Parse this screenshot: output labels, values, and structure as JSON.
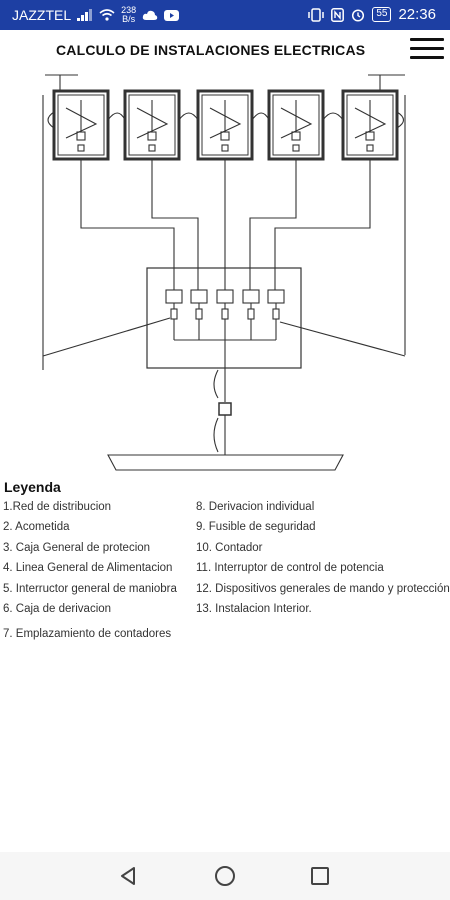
{
  "status_bar": {
    "carrier": "JAZZTEL",
    "speed_value": "238",
    "speed_unit": "B/s",
    "battery": "55",
    "time": "22:36"
  },
  "header": {
    "title": "CALCULO DE INSTALACIONES ELECTRICAS"
  },
  "legend": {
    "title": "Leyenda",
    "left_items": [
      "1.Red de distribucion",
      "2. Acometida",
      "3. Caja General de protecion",
      "4. Linea General de Alimentacion",
      "5. Interructor general de maniobra",
      "6. Caja de derivacion",
      "7. Emplazamiento de contadores"
    ],
    "right_items": [
      "8. Derivacion individual",
      "9. Fusible de seguridad",
      "10. Contador",
      "11. Interruptor de control de potencia",
      "12. Dispositivos generales de mando y protección",
      "13. Instalacion Interior."
    ]
  },
  "icons": {
    "back": "back-triangle-icon",
    "home": "home-circle-icon",
    "recent": "recent-square-icon",
    "menu": "hamburger-menu-icon"
  }
}
